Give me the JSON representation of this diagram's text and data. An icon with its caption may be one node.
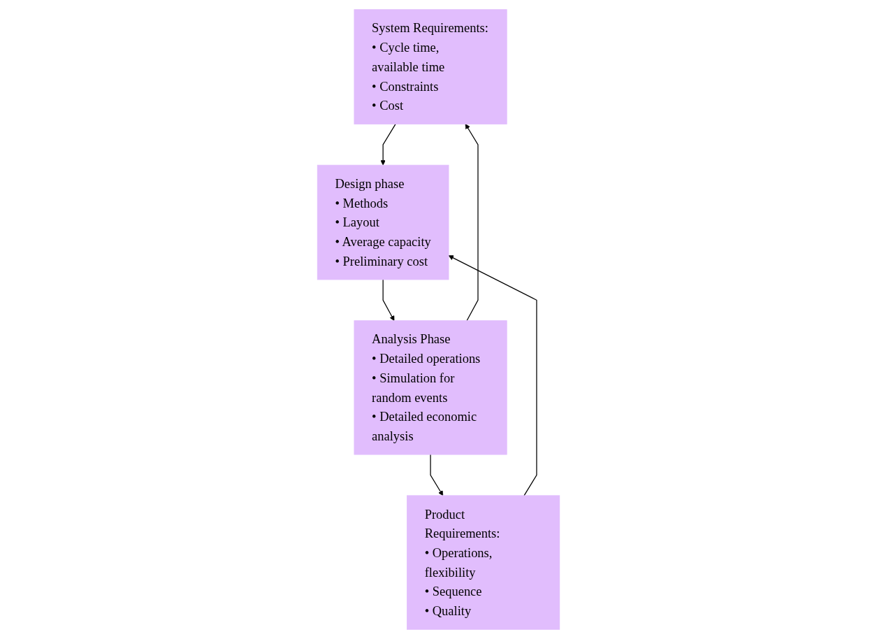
{
  "diagram": {
    "nodes": [
      {
        "text": [
          "System Requirements:",
          "• Cycle time, available time",
          "• Constraints",
          "• Cost"
        ]
      },
      {
        "text": [
          "Product Requirements:",
          "• Operations, flexibility",
          "• Sequence",
          "• Quality"
        ]
      },
      {
        "text": [
          "Design phase",
          "• Methods",
          "• Layout",
          "• Average capacity",
          "• Preliminary cost"
        ]
      },
      {
        "text": [
          "Analysis Phase",
          "• Detailed operations",
          "• Simulation for random events",
          "• Detailed economic analysis"
        ]
      }
    ],
    "edges": [
      {
        "from": 0,
        "to": 2,
        "arrow": "to"
      },
      {
        "from": 1,
        "to": 2,
        "arrow": "to"
      },
      {
        "from": 2,
        "to": 3,
        "arrow": "to"
      },
      {
        "from": 3,
        "to": 0,
        "arrow": "to"
      },
      {
        "from": 3,
        "to": 1,
        "arrow": "to"
      }
    ]
  }
}
